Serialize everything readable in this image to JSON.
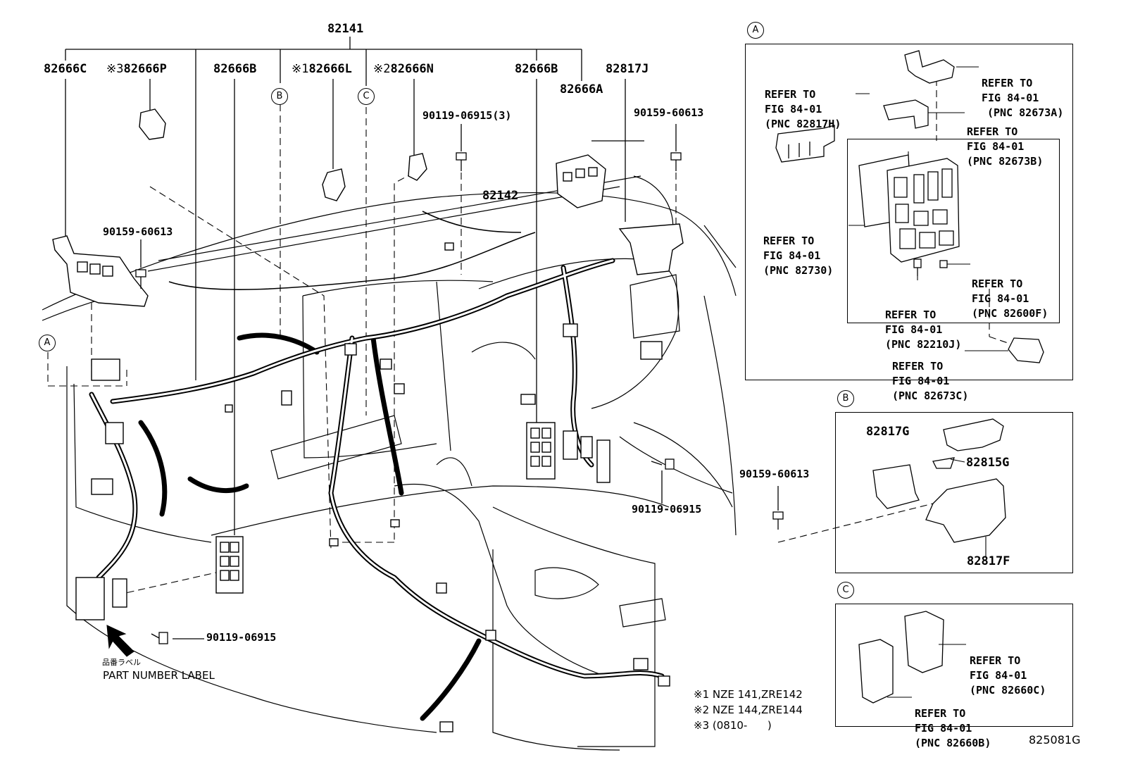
{
  "top": {
    "main_part": "82141",
    "parts": [
      {
        "no": "82666C",
        "mark": ""
      },
      {
        "no": "82666P",
        "mark": "※3"
      },
      {
        "no": "82666B",
        "mark": ""
      },
      {
        "no": "82666L",
        "mark": "※1"
      },
      {
        "no": "82666N",
        "mark": "※2"
      },
      {
        "no": "82666B",
        "mark": ""
      },
      {
        "no": "82817J",
        "mark": ""
      }
    ],
    "p_82666A": "82666A",
    "p_82142": "82142",
    "bolt_a": "90119-06915(3)",
    "bolt_b": "90159-60613",
    "bolt_c": "90159-60613",
    "bolt_d": "90119-06915",
    "bolt_e": "90119-06915",
    "bolt_f": "90159-60613"
  },
  "callouts": {
    "a": "A",
    "b": "B",
    "c": "C"
  },
  "label_jp": "品番ラベル",
  "label_en": "PART NUMBER LABEL",
  "box_a": {
    "tag": "A",
    "refs": [
      [
        "REFER TO",
        "FIG 84-01",
        "(PNC 82817H)"
      ],
      [
        "REFER TO",
        "FIG 84-01",
        "(PNC 82673A)"
      ],
      [
        "REFER TO",
        "FIG 84-01",
        "(PNC 82673B)"
      ],
      [
        "REFER TO",
        "FIG 84-01",
        "(PNC 82730)"
      ],
      [
        "REFER TO",
        "FIG 84-01",
        "(PNC 82600F)"
      ],
      [
        "REFER TO",
        "FIG 84-01",
        "(PNC 82210J)"
      ],
      [
        "REFER TO",
        "FIG 84-01",
        "(PNC 82673C)"
      ]
    ]
  },
  "box_b": {
    "tag": "B",
    "p1": "82817G",
    "p2": "82815G",
    "p3": "82817F"
  },
  "box_c": {
    "tag": "C",
    "refs": [
      [
        "REFER TO",
        "FIG 84-01",
        "(PNC 82660C)"
      ],
      [
        "REFER TO",
        "FIG 84-01",
        "(PNC 82660B)"
      ]
    ]
  },
  "notes": [
    "※1 NZE 141,ZRE142",
    "※2 NZE 144,ZRE144",
    "※3 (0810-      )"
  ],
  "figure_no": "825081G"
}
